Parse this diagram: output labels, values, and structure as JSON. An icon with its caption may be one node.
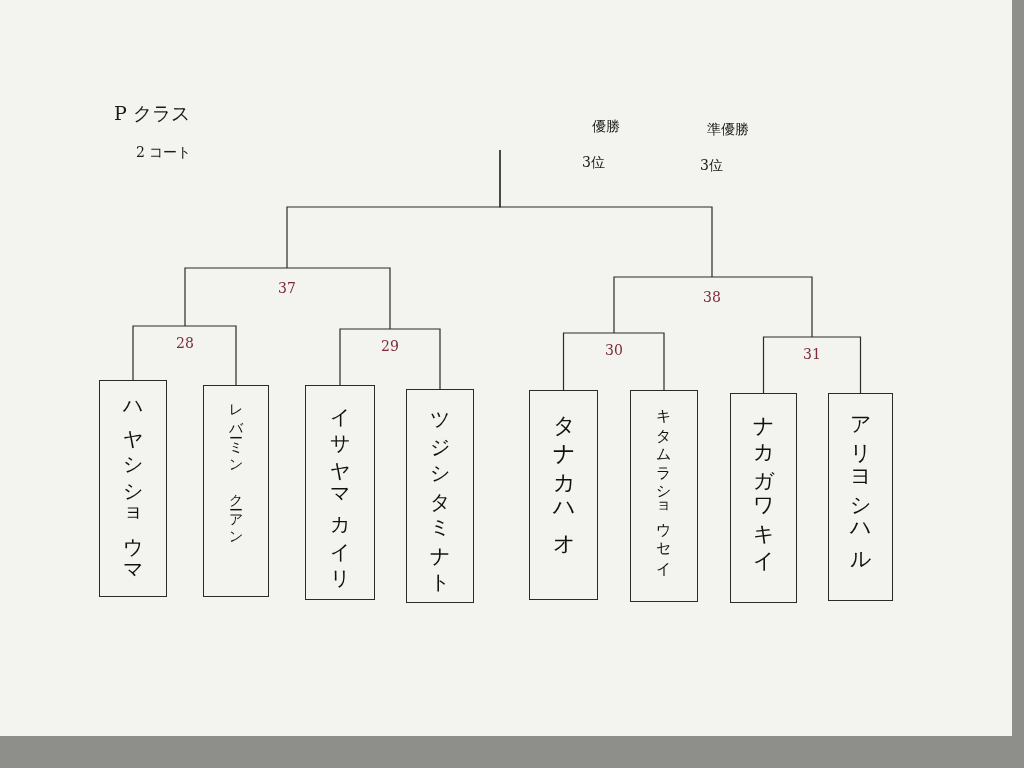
{
  "diagram": {
    "title": "P クラス",
    "nodes": [
      {
        "text": [
          "37"
        ]
      },
      {
        "text": [
          "38"
        ]
      },
      {
        "text": [
          "28"
        ]
      },
      {
        "text": [
          "29"
        ]
      },
      {
        "text": [
          "30"
        ]
      },
      {
        "text": [
          "31"
        ]
      },
      {
        "text": [
          "ハヤシショウマ"
        ]
      },
      {
        "text": [
          "レバーミン　クーアン"
        ]
      },
      {
        "text": [
          "イサヤマカイリ"
        ]
      },
      {
        "text": [
          "ツジシタミナト"
        ]
      },
      {
        "text": [
          "タナカハオ"
        ]
      },
      {
        "text": [
          "キタムラショウセイ"
        ]
      },
      {
        "text": [
          "ナカガワキイ"
        ]
      },
      {
        "text": [
          "アリヨシハル"
        ]
      }
    ],
    "edges": [
      {
        "from": 6,
        "to": 2,
        "arrow": "none"
      },
      {
        "from": 7,
        "to": 2,
        "arrow": "none"
      },
      {
        "from": 8,
        "to": 3,
        "arrow": "none"
      },
      {
        "from": 9,
        "to": 3,
        "arrow": "none"
      },
      {
        "from": 10,
        "to": 4,
        "arrow": "none"
      },
      {
        "from": 11,
        "to": 4,
        "arrow": "none"
      },
      {
        "from": 12,
        "to": 5,
        "arrow": "none"
      },
      {
        "from": 13,
        "to": 5,
        "arrow": "none"
      },
      {
        "from": 2,
        "to": 0,
        "arrow": "none"
      },
      {
        "from": 3,
        "to": 0,
        "arrow": "none"
      },
      {
        "from": 4,
        "to": 1,
        "arrow": "none"
      },
      {
        "from": 5,
        "to": 1,
        "arrow": "none"
      },
      {
        "from": 0,
        "to": null,
        "arrow": "none"
      },
      {
        "from": 1,
        "to": null,
        "arrow": "none"
      }
    ],
    "labels": [
      "2 コート",
      "優勝",
      "準優勝",
      "3位",
      "3位"
    ]
  }
}
